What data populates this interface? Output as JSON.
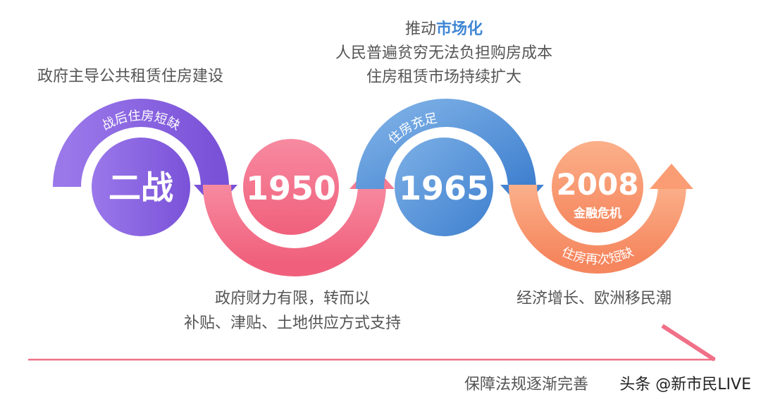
{
  "top_left_note": "政府主导公共租赁住房建设",
  "top_center": {
    "line1_prefix": "推动",
    "line1_highlight": "市场化",
    "line2": "人民普遍贫穷无法负担购房成本",
    "line3": "住房租赁市场持续扩大"
  },
  "nodes": [
    {
      "label": "二战",
      "color": "#8b66e0",
      "arc_label": "战后住房短缺"
    },
    {
      "label": "1950",
      "color": "#f36e88"
    },
    {
      "label": "1965",
      "color": "#4f90d8",
      "arc_label": "住房充足"
    },
    {
      "label": "2008",
      "sublabel": "金融危机",
      "color": "#f8946c",
      "arc_label": "住房再次短缺"
    }
  ],
  "bottom_center": {
    "line1": "政府财力有限，转而以",
    "line2": "补贴、津贴、土地供应方式支持"
  },
  "bottom_right": "经济增长、欧洲移民潮",
  "trend_label": "保障法规逐渐完善",
  "watermark": "头条 @新市民LIVE",
  "colors": {
    "highlight": "#3f86d4",
    "baseline": "#f07088",
    "text": "#555555"
  }
}
